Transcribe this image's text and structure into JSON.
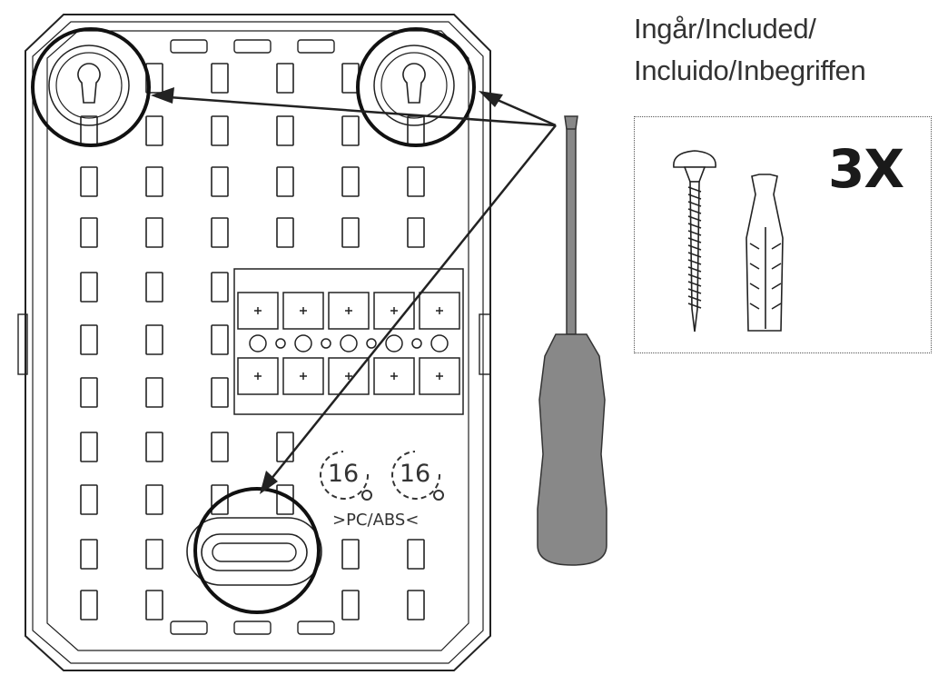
{
  "included_label": [
    "Ingår/Included/",
    "Incluido/Inbegriffen"
  ],
  "quantity": "3X",
  "current_rating": [
    "16",
    "16"
  ],
  "material": ">PC/ABS<",
  "icons": [
    "wall-mount-keyhole-icon",
    "cable-entry-slot-icon",
    "terminal-block-icon",
    "screwdriver-icon",
    "screw-icon",
    "wall-plug-icon"
  ]
}
